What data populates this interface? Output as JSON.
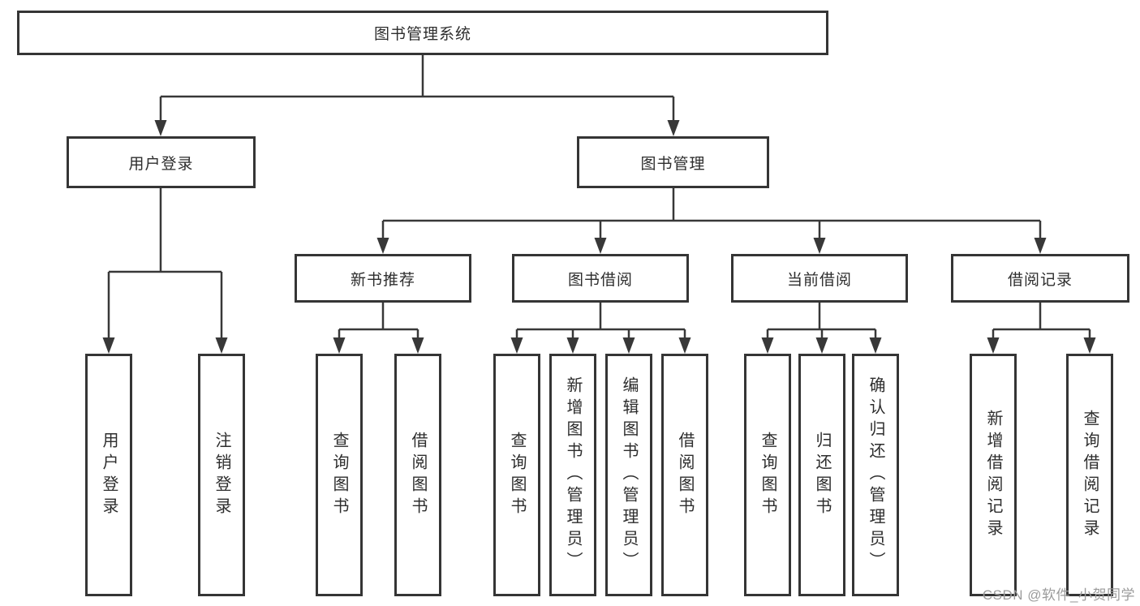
{
  "diagram_title": "图书管理系统",
  "colors": {
    "line": "#383838",
    "box_border": "#353535",
    "box_fill": "#ffffff",
    "text": "#2d2d2d",
    "watermark": "#9b9b9b"
  },
  "tree": {
    "root": {
      "label": "图书管理系统",
      "children": [
        {
          "label": "用户登录",
          "children": [
            {
              "label": "用户登录"
            },
            {
              "label": "注销登录"
            }
          ]
        },
        {
          "label": "图书管理",
          "children": [
            {
              "label": "新书推荐",
              "children": [
                {
                  "label": "查询图书"
                },
                {
                  "label": "借阅图书"
                }
              ]
            },
            {
              "label": "图书借阅",
              "children": [
                {
                  "label": "查询图书"
                },
                {
                  "label": "新增图书（管理员）"
                },
                {
                  "label": "编辑图书（管理员）"
                },
                {
                  "label": "借阅图书"
                }
              ]
            },
            {
              "label": "当前借阅",
              "children": [
                {
                  "label": "查询图书"
                },
                {
                  "label": "归还图书"
                },
                {
                  "label": "确认归还（管理员）"
                }
              ]
            },
            {
              "label": "借阅记录",
              "children": [
                {
                  "label": "新增借阅记录"
                },
                {
                  "label": "查询借阅记录"
                }
              ]
            }
          ]
        }
      ]
    }
  },
  "watermark": {
    "text": "CSDN @软件_小贺同学"
  }
}
